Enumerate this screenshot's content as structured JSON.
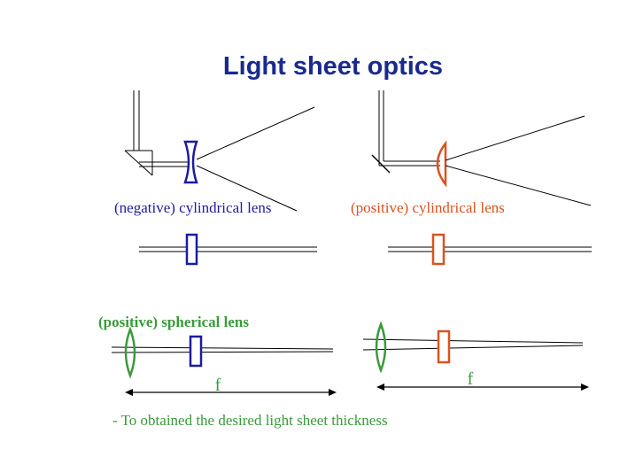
{
  "slide": {
    "title": "Light sheet optics",
    "label_negative_cyl": "(negative) cylindrical lens",
    "label_positive_cyl": "(positive) cylindrical lens",
    "label_positive_sph": "(positive) spherical lens",
    "focal_left": "f",
    "focal_right": "f",
    "note": "- To obtained the desired light sheet thickness"
  },
  "colors": {
    "title": "#1a2a8c",
    "negative_lens": "#1c1c9e",
    "positive_cyl_lens": "#d9531e",
    "spherical_lens": "#3a9a3a",
    "beam": "#000000"
  }
}
